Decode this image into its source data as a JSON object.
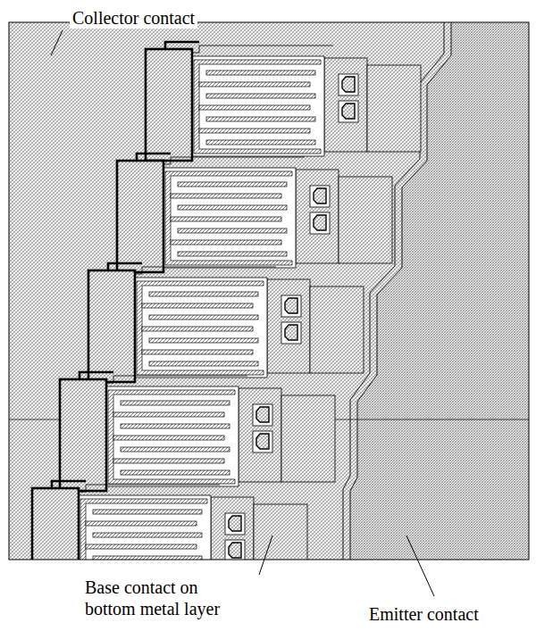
{
  "diagram": {
    "labels": [
      "Collector contact",
      "Base contact on bottom metal layer",
      "Emitter contact"
    ]
  }
}
